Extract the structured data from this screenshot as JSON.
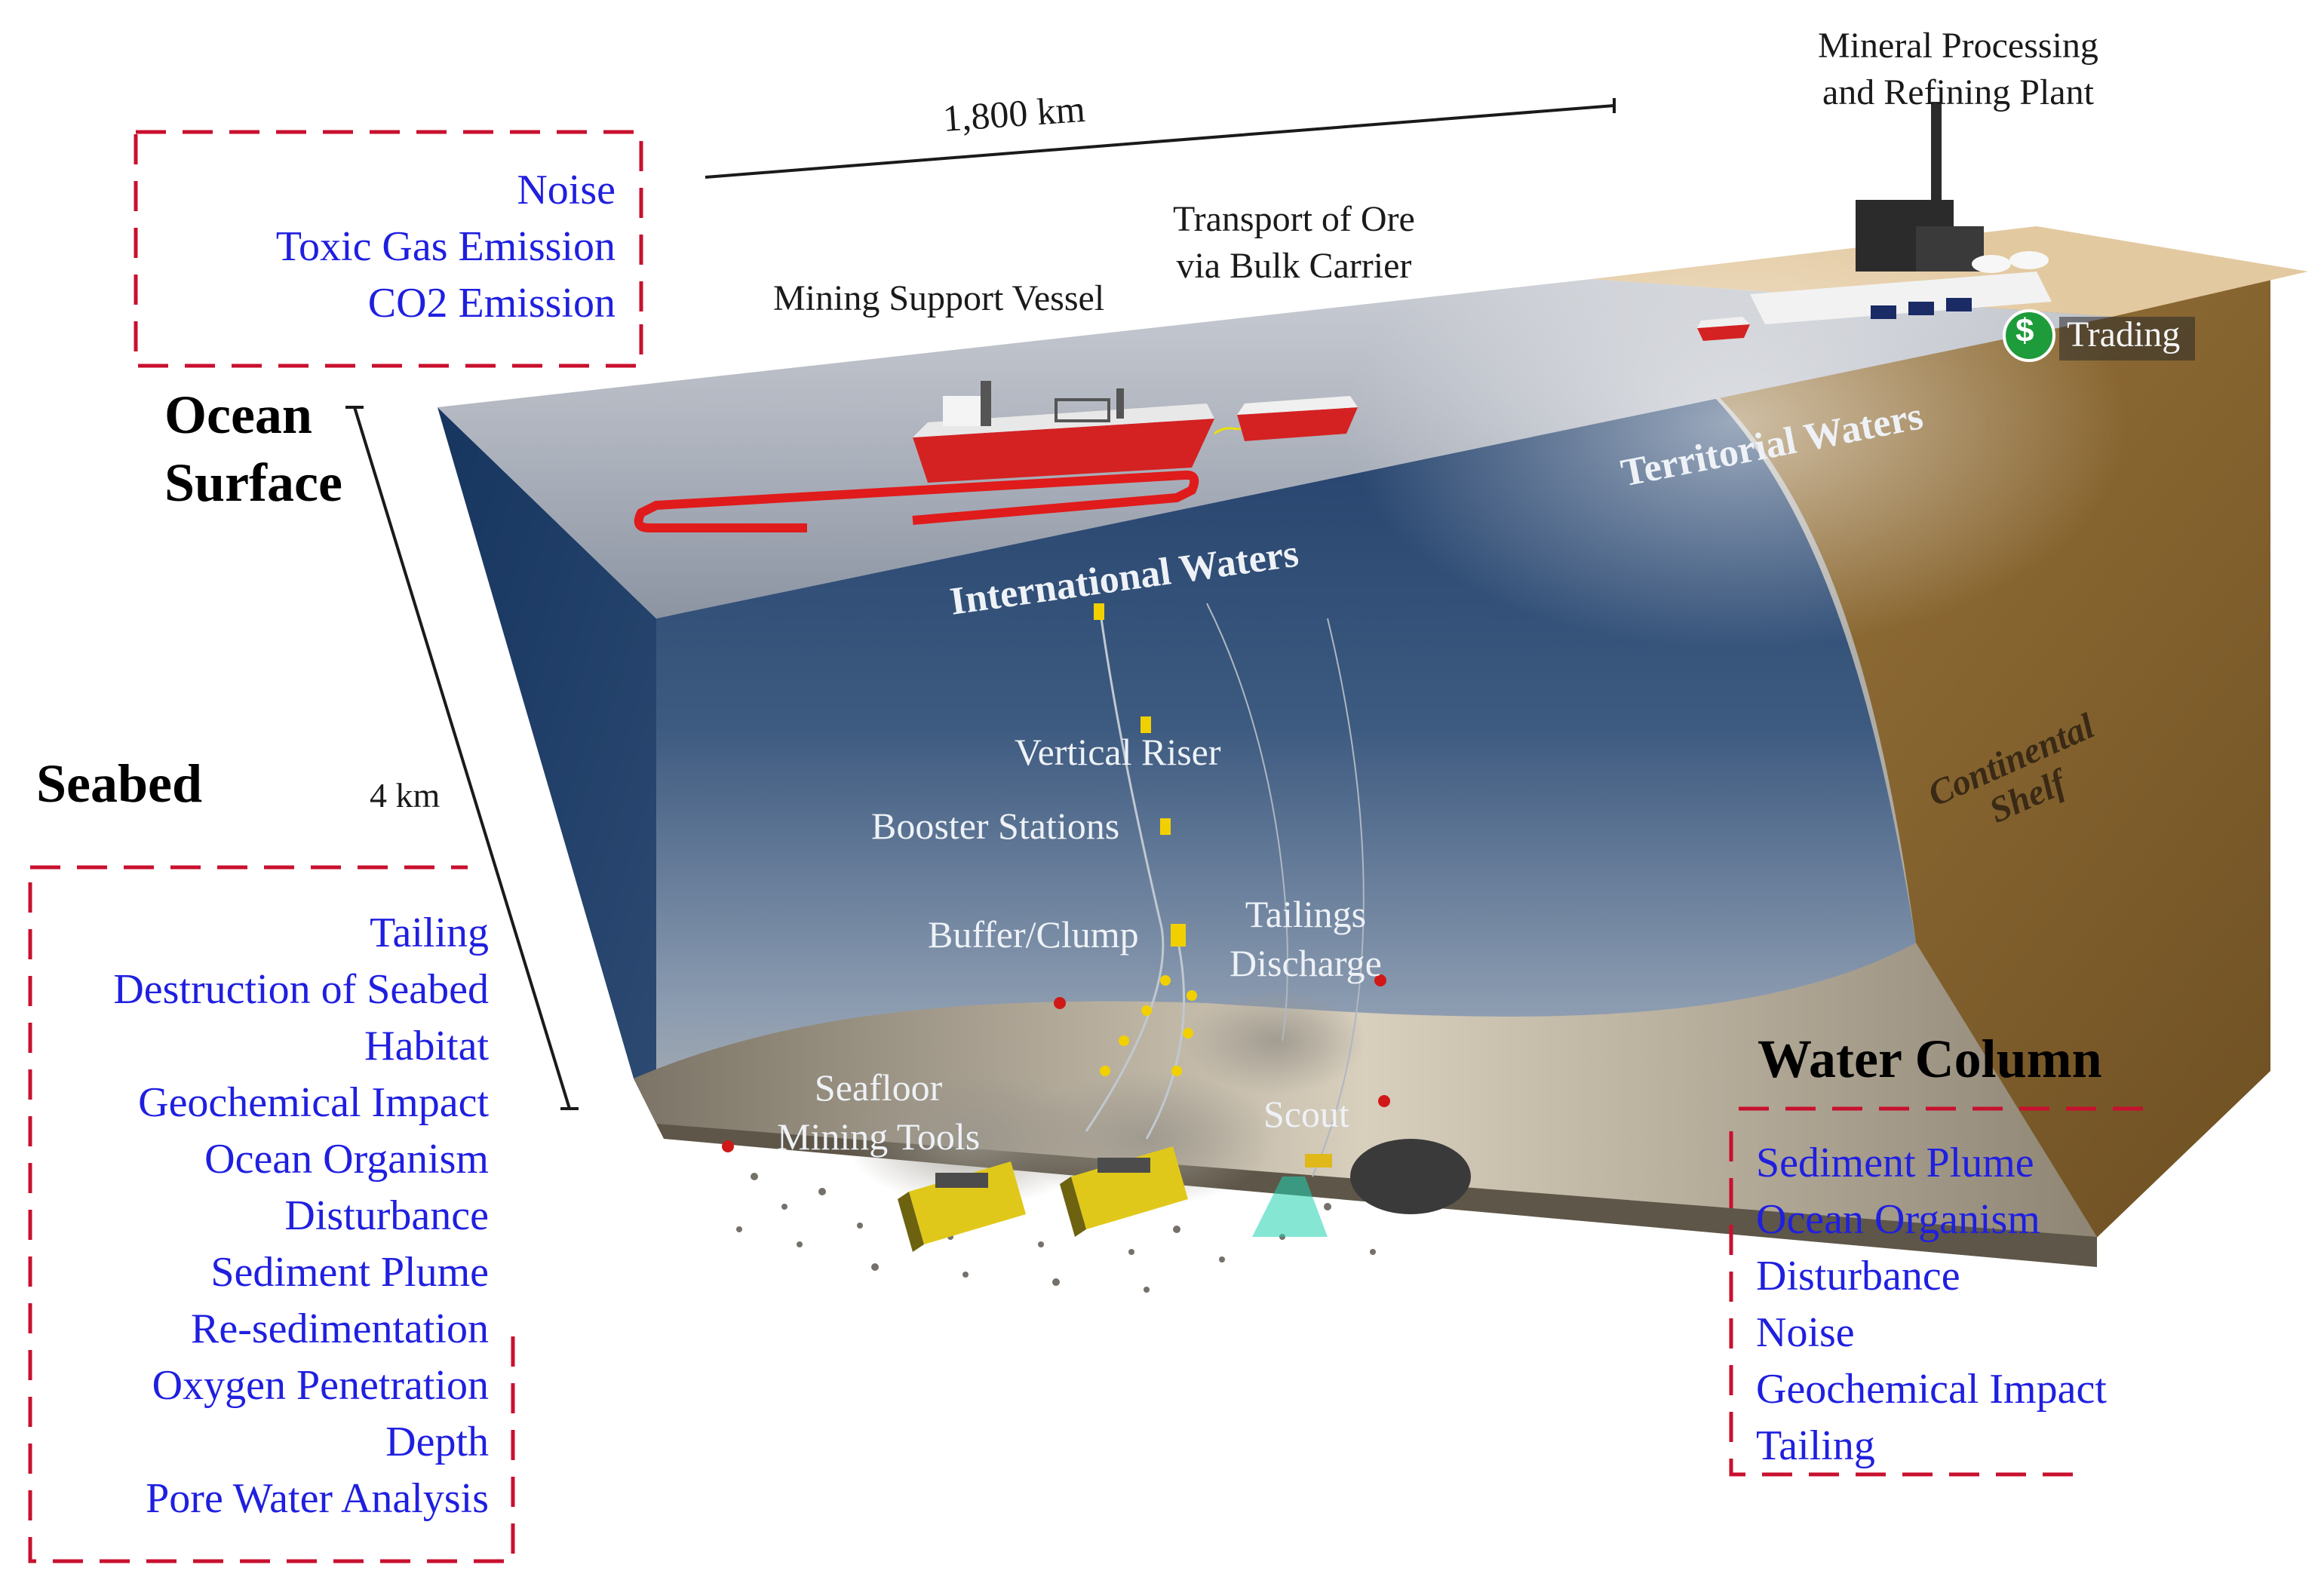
{
  "scale": {
    "horizontal": "1,800 km",
    "vertical": "4 km"
  },
  "zones": {
    "ocean_surface": "Ocean\nSurface",
    "seabed": "Seabed",
    "water_column": "Water Column"
  },
  "surface_labels": {
    "plant": "Mineral Processing\nand Refining Plant",
    "transport": "Transport of Ore\nvia Bulk Carrier",
    "vessel": "Mining Support Vessel",
    "trading": "Trading",
    "trading_symbol": "$",
    "international": "International Waters",
    "territorial": "Territorial Waters",
    "shelf": "Continental\nShelf"
  },
  "subsea_labels": {
    "riser": "Vertical Riser",
    "booster": "Booster Stations",
    "buffer": "Buffer/Clump",
    "tailings": "Tailings\nDischarge",
    "tools": "Seafloor\nMining Tools",
    "scout": "Scout"
  },
  "impacts": {
    "ocean_surface": [
      "Noise",
      "Toxic Gas Emission",
      "CO2 Emission"
    ],
    "seabed": [
      "Tailing",
      "Destruction of Seabed",
      "Habitat",
      "Geochemical Impact",
      "Ocean Organism",
      "Disturbance",
      "Sediment Plume",
      "Re-sedimentation",
      "Oxygen Penetration",
      "Depth",
      "Pore Water Analysis"
    ],
    "water_column": [
      "Sediment Plume",
      "Ocean Organism",
      "Disturbance",
      "Noise",
      "Geochemical Impact",
      "Tailing"
    ]
  },
  "colors": {
    "impact_text": "#1f1fe0",
    "dashed_frame": "#c8102e",
    "vessel_hull": "#d42222",
    "riser_node": "#f2d000",
    "trading_badge": "#1e9b3a",
    "shelf": "#8a6630"
  },
  "icons": [
    "vessel-icon",
    "bulk-carrier-icon",
    "refinery-icon",
    "dollar-icon",
    "mining-tool-icon",
    "scout-icon"
  ]
}
